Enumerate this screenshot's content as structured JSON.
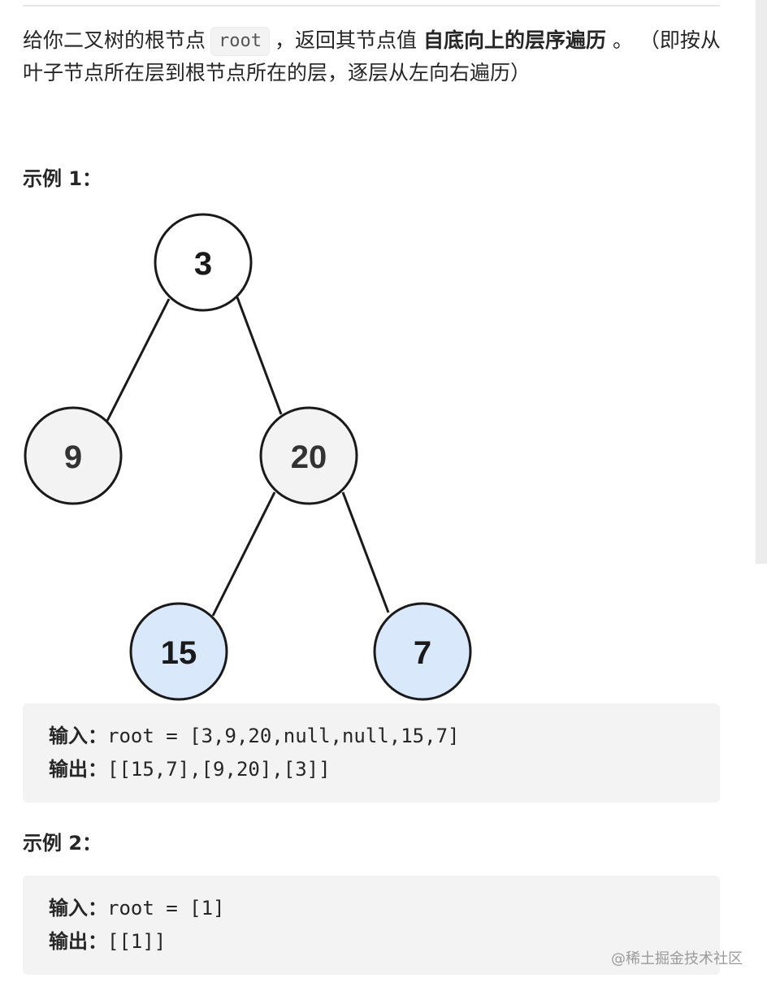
{
  "problem": {
    "desc_part1": "给你二叉树的根节点",
    "root_code": "root",
    "desc_part2": "，返回其节点值",
    "desc_bold": "自底向上的层序遍历",
    "desc_part3": "。 （即按从叶子节点所在层到根节点所在的层，逐层从左向右遍历）"
  },
  "example1": {
    "heading": "示例 1：",
    "input_label": "输入：",
    "input_value": "root = [3,9,20,null,null,15,7]",
    "output_label": "输出：",
    "output_value": "[[15,7],[9,20],[3]]"
  },
  "tree": {
    "nodes": [
      {
        "id": "n3",
        "label": "3",
        "fill": "#ffffff"
      },
      {
        "id": "n9",
        "label": "9",
        "fill": "#f3f3f3"
      },
      {
        "id": "n20",
        "label": "20",
        "fill": "#f3f3f3"
      },
      {
        "id": "n15",
        "label": "15",
        "fill": "#dae8fc"
      },
      {
        "id": "n7",
        "label": "7",
        "fill": "#dae8fc"
      }
    ]
  },
  "example2": {
    "heading": "示例 2：",
    "input_label": "输入：",
    "input_value": "root = [1]",
    "output_label": "输出：",
    "output_value": "[[1]]"
  },
  "watermark": "@稀土掘金技术社区"
}
